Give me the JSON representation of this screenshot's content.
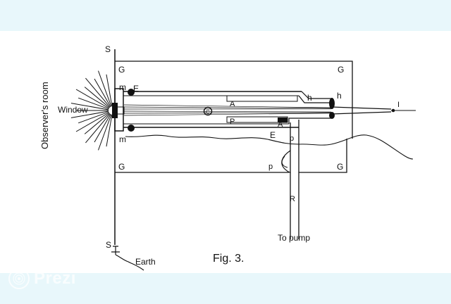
{
  "figure": {
    "caption": "Fig. 3.",
    "labels": {
      "observers_room": "Observer's room",
      "window": "Window",
      "s_top": "S",
      "s_bottom": "S",
      "earth": "Earth",
      "g_top_left": "G",
      "g_top_right": "G",
      "g_bottom_left": "G",
      "g_bottom_right": "G",
      "m_top": "m",
      "m_bottom": "m",
      "e_top": "E",
      "e_bottom": "E",
      "a_top": "A",
      "a_bottom": "A",
      "p_plate": "P",
      "c_cathode": "C",
      "h_left": "h",
      "h_right": "h",
      "i_tip": "I",
      "p_upper": "p",
      "p_lower": "p",
      "r_tube": "R",
      "to_pump": "To pump"
    }
  },
  "watermark": {
    "text": "Prezi",
    "icon": "prezi-logo-icon"
  },
  "colors": {
    "ink": "#111111",
    "band": "#e8f7fb",
    "panel": "#ffffff"
  }
}
